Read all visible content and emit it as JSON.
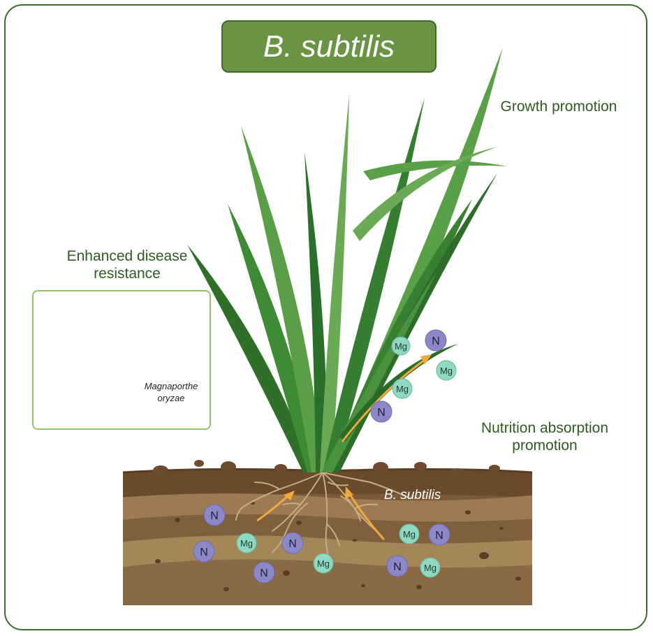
{
  "title": "B. subtilis",
  "labels": {
    "growth": "Growth promotion",
    "disease_line1": "Enhanced disease",
    "disease_line2": "resistance",
    "nutrition_line1": "Nutrition absorption",
    "nutrition_line2": "promotion",
    "soil_bacteria": "B. subtilis",
    "pathogen_line1": "Magnaporthe",
    "pathogen_line2": "oryzae"
  },
  "nutrients": {
    "nitrogen": "N",
    "magnesium": "Mg"
  },
  "colors": {
    "title_bg": "#6a9444",
    "label_green": "#2e5b1f",
    "nitrogen_fill": "#8a88c7",
    "magnesium_fill": "#8fd8c2",
    "arrow_orange": "#f0a93a"
  }
}
